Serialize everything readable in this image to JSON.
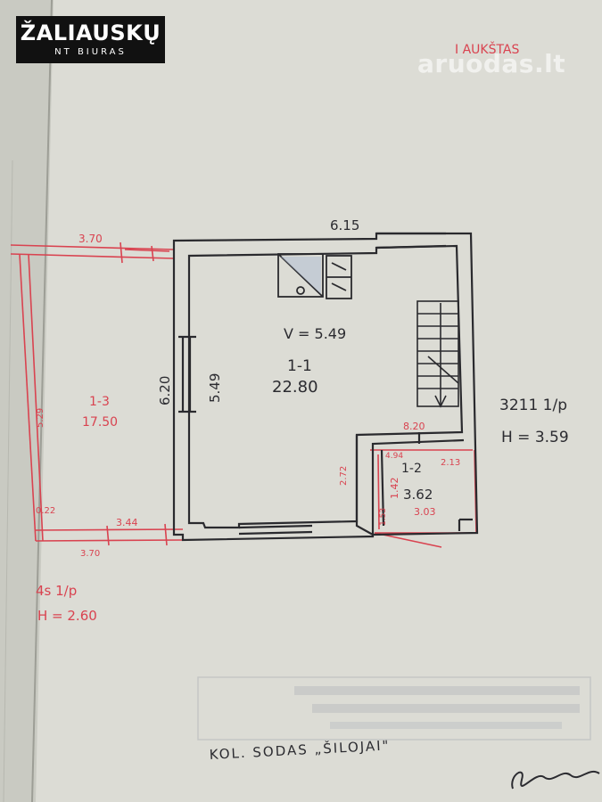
{
  "logo": {
    "title": "ŽALIAUSKŲ",
    "subtitle": "NT BIURAS"
  },
  "watermark": "aruodas.lt",
  "floor_label": "I AUKŠTAS",
  "dimensions": {
    "top_width": "6.15",
    "left_height": "6.20",
    "inner_height": "5.49",
    "annex_top": "3.70",
    "annex_bottom_a": "3.44",
    "annex_bottom_b": "3.70",
    "annex_side": "5.29",
    "annex_bottom_left": "0.22",
    "small_room_a": "4.94",
    "small_room_b": "2.13",
    "small_room_c": "2.72",
    "small_room_d": "1.53",
    "small_room_e": "1.42",
    "small_room_width": "3.03",
    "stair_offset": "8.20"
  },
  "rooms": {
    "main_volume": "V = 5.49",
    "main_id": "1-1",
    "main_area": "22.80",
    "small_id": "1-2",
    "small_area": "3.62",
    "annex_id": "1-3",
    "annex_area": "17.50"
  },
  "building": {
    "code": "3211 1/p",
    "height": "H = 3.59",
    "annex_code": "4s 1/p",
    "annex_height": "H = 2.60"
  },
  "address": "KOL. SODAS „ŠILOJAI\""
}
